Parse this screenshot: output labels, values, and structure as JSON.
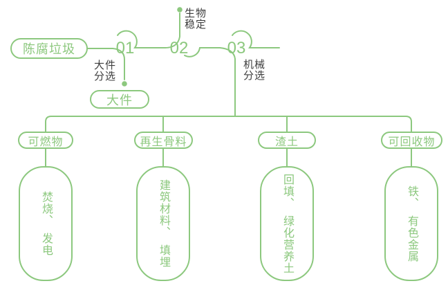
{
  "colors": {
    "green": "#8cc87e",
    "dark": "#3d3d3d",
    "background": "#ffffff"
  },
  "flow": {
    "source": "陈腐垃圾",
    "steps": [
      {
        "number": "01",
        "label": "大件\n分选"
      },
      {
        "number": "02",
        "label": "生物\n稳定"
      },
      {
        "number": "03",
        "label": "机械\n分选"
      }
    ],
    "bulky_output": "大件",
    "branches": [
      {
        "category": "可燃物",
        "result": "焚烧、　发电"
      },
      {
        "category": "再生骨料",
        "result": "建筑材料、　填埋"
      },
      {
        "category": "渣土",
        "result": "回填、　绿化营养土"
      },
      {
        "category": "可回收物",
        "result": "铁、　有色金属"
      }
    ]
  }
}
